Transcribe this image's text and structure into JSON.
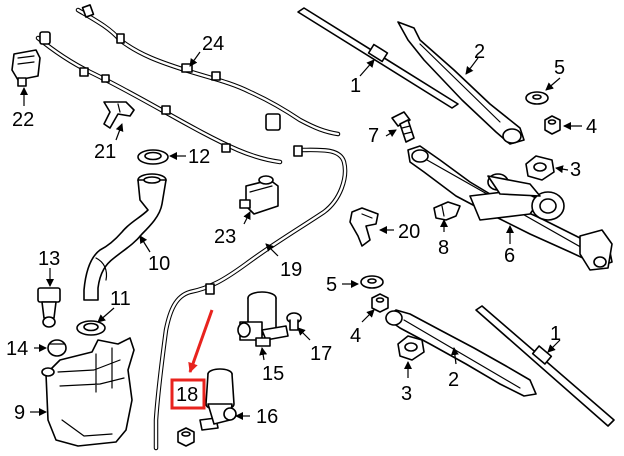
{
  "callouts": {
    "c1a": "1",
    "c1b": "1",
    "c2a": "2",
    "c2b": "2",
    "c3a": "3",
    "c3b": "3",
    "c4a": "4",
    "c4b": "4",
    "c5a": "5",
    "c5b": "5",
    "c6": "6",
    "c7": "7",
    "c8": "8",
    "c9": "9",
    "c10": "10",
    "c11": "11",
    "c12": "12",
    "c13": "13",
    "c14": "14",
    "c15": "15",
    "c16": "16",
    "c17": "17",
    "c18": "18",
    "c19": "19",
    "c20": "20",
    "c21": "21",
    "c22": "22",
    "c23": "23",
    "c24": "24"
  },
  "highlight": {
    "part": "18",
    "color": "#e8231e"
  }
}
